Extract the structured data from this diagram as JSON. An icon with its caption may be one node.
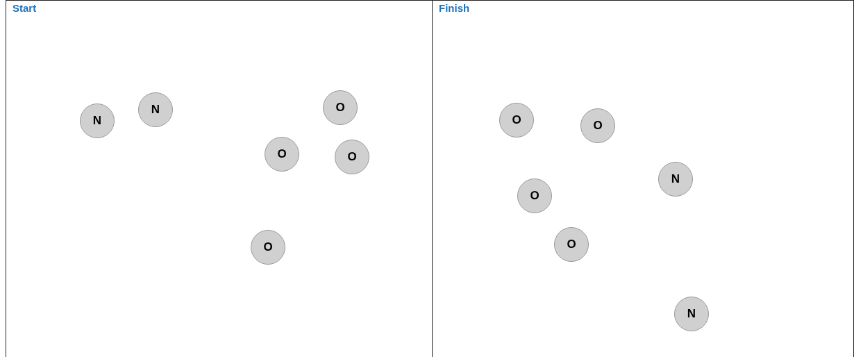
{
  "diagram": {
    "nodes": [
      {
        "text": [
          "Start"
        ]
      },
      {
        "text": [
          "N"
        ],
        "in": 0
      },
      {
        "text": [
          "N"
        ],
        "in": 0
      },
      {
        "text": [
          "O"
        ],
        "in": 0
      },
      {
        "text": [
          "O"
        ],
        "in": 0
      },
      {
        "text": [
          "O"
        ],
        "in": 0
      },
      {
        "text": [
          "O"
        ],
        "in": 0
      },
      {
        "text": [
          "Finish"
        ]
      },
      {
        "text": [
          "O"
        ],
        "in": 7
      },
      {
        "text": [
          "O"
        ],
        "in": 7
      },
      {
        "text": [
          "O"
        ],
        "in": 7
      },
      {
        "text": [
          "N"
        ],
        "in": 7
      },
      {
        "text": [
          "O"
        ],
        "in": 7
      },
      {
        "text": [
          "N"
        ],
        "in": 7
      }
    ],
    "edges": []
  }
}
